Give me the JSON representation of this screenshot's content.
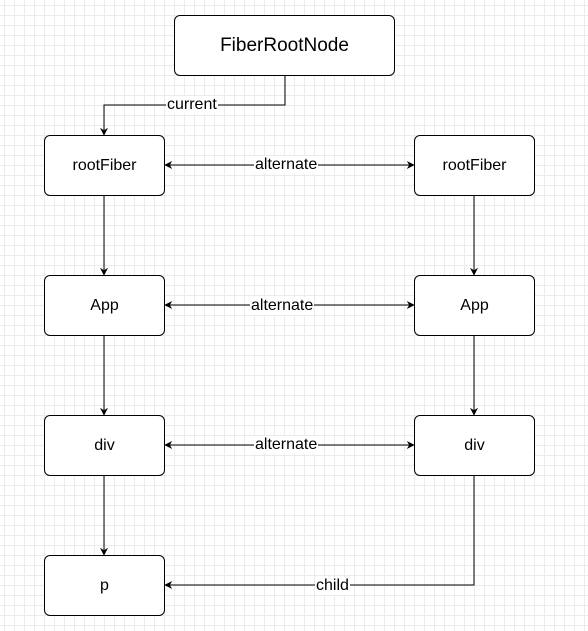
{
  "nodes": {
    "fiber_root_node": "FiberRootNode",
    "current_root_fiber": "rootFiber",
    "current_app": "App",
    "current_div": "div",
    "current_p": "p",
    "wip_root_fiber": "rootFiber",
    "wip_app": "App",
    "wip_div": "div"
  },
  "edges": {
    "current": "current",
    "alternate_root": "alternate",
    "alternate_app": "alternate",
    "alternate_div": "alternate",
    "child": "child"
  },
  "colors": {
    "stroke": "#000000",
    "node_fill": "#ffffff",
    "grid": "#e6e6e6"
  }
}
